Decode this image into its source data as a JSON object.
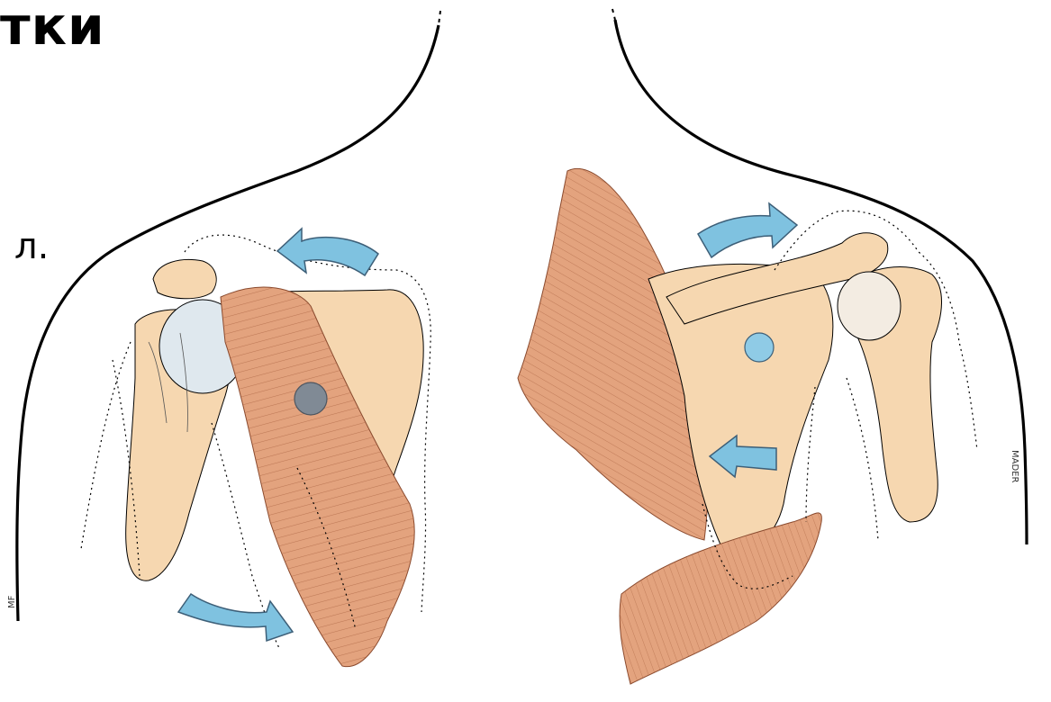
{
  "heading_fragment": "тки",
  "label_fragment": "л.",
  "signature_left": "MF",
  "signature_right": "MADER",
  "colors": {
    "bone": "#f6d7b0",
    "bone_shade": "#e9b98a",
    "muscle": "#e3a37e",
    "muscle_dark": "#c9805a",
    "cartilage": "#dfe8ee",
    "arrow_fill": "#7fc2e0",
    "arrow_stroke": "#3d5f78",
    "dot_left": "#808a95",
    "dot_right": "#8fcbe6",
    "outline": "#000000"
  },
  "figures": [
    {
      "panel": "left",
      "arrows": [
        "upper-left-curved-arrow",
        "lower-right-curved-arrow"
      ],
      "marker": "gray-dot"
    },
    {
      "panel": "right",
      "arrows": [
        "upper-right-curved-arrow",
        "left-pointing-arrow"
      ],
      "marker": "blue-dot"
    }
  ]
}
